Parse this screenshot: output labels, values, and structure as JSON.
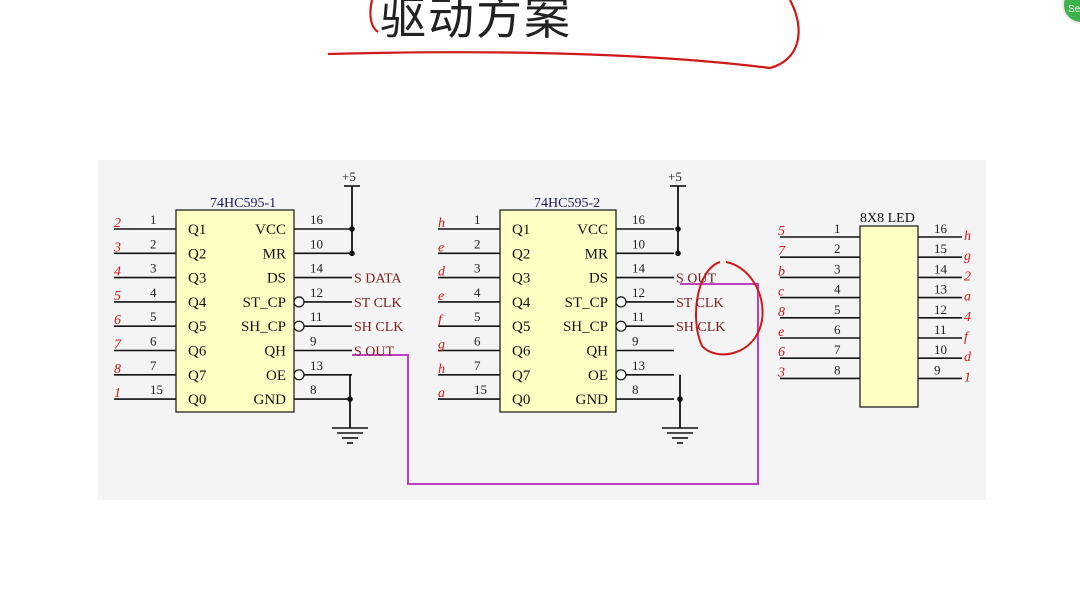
{
  "title": "驱动方案",
  "badge": "Se",
  "supply_label": "+5",
  "chips": [
    {
      "name": "74HC595-1",
      "left_pins": [
        {
          "num": "1",
          "label": "Q1",
          "note": "2"
        },
        {
          "num": "2",
          "label": "Q2",
          "note": "3"
        },
        {
          "num": "3",
          "label": "Q3",
          "note": "4"
        },
        {
          "num": "4",
          "label": "Q4",
          "note": "5"
        },
        {
          "num": "5",
          "label": "Q5",
          "note": "6"
        },
        {
          "num": "6",
          "label": "Q6",
          "note": "7"
        },
        {
          "num": "7",
          "label": "Q7",
          "note": "8"
        },
        {
          "num": "15",
          "label": "Q0",
          "note": "1"
        }
      ],
      "right_pins": [
        {
          "num": "16",
          "label": "VCC",
          "net": ""
        },
        {
          "num": "10",
          "label": "MR",
          "net": ""
        },
        {
          "num": "14",
          "label": "DS",
          "net": "S DATA"
        },
        {
          "num": "12",
          "label": "ST_CP",
          "net": "ST CLK"
        },
        {
          "num": "11",
          "label": "SH_CP",
          "net": "SH CLK"
        },
        {
          "num": "9",
          "label": "QH",
          "net": "S OUT"
        },
        {
          "num": "13",
          "label": "OE",
          "net": ""
        },
        {
          "num": "8",
          "label": "GND",
          "net": ""
        }
      ]
    },
    {
      "name": "74HC595-2",
      "left_pins": [
        {
          "num": "1",
          "label": "Q1",
          "note": "h"
        },
        {
          "num": "2",
          "label": "Q2",
          "note": "e"
        },
        {
          "num": "3",
          "label": "Q3",
          "note": "d"
        },
        {
          "num": "4",
          "label": "Q4",
          "note": "e"
        },
        {
          "num": "5",
          "label": "Q5",
          "note": "f"
        },
        {
          "num": "6",
          "label": "Q6",
          "note": "g"
        },
        {
          "num": "7",
          "label": "Q7",
          "note": "h"
        },
        {
          "num": "15",
          "label": "Q0",
          "note": "a"
        }
      ],
      "right_pins": [
        {
          "num": "16",
          "label": "VCC",
          "net": ""
        },
        {
          "num": "10",
          "label": "MR",
          "net": ""
        },
        {
          "num": "14",
          "label": "DS",
          "net": "S OUT"
        },
        {
          "num": "12",
          "label": "ST_CP",
          "net": "ST CLK"
        },
        {
          "num": "11",
          "label": "SH_CP",
          "net": "SH CLK"
        },
        {
          "num": "9",
          "label": "QH",
          "net": ""
        },
        {
          "num": "13",
          "label": "OE",
          "net": ""
        },
        {
          "num": "8",
          "label": "GND",
          "net": ""
        }
      ]
    }
  ],
  "led": {
    "name": "8X8 LED",
    "left_pins": [
      {
        "num": "1",
        "note": "5"
      },
      {
        "num": "2",
        "note": "7"
      },
      {
        "num": "3",
        "note": "b"
      },
      {
        "num": "4",
        "note": "c"
      },
      {
        "num": "5",
        "note": "8"
      },
      {
        "num": "6",
        "note": "e"
      },
      {
        "num": "7",
        "note": "6"
      },
      {
        "num": "8",
        "note": "3"
      }
    ],
    "right_pins": [
      {
        "num": "16",
        "note": "h"
      },
      {
        "num": "15",
        "note": "g"
      },
      {
        "num": "14",
        "note": "2"
      },
      {
        "num": "13",
        "note": "a"
      },
      {
        "num": "12",
        "note": "4"
      },
      {
        "num": "11",
        "note": "f"
      },
      {
        "num": "10",
        "note": "d"
      },
      {
        "num": "9",
        "note": "1"
      }
    ]
  },
  "colors": {
    "chip_fill": "#ffffc4",
    "wire": "#111111",
    "net_label": "#7a2020",
    "link_wire": "#c040c0",
    "annotation": "#d01818",
    "panel": "#f4f4f4"
  }
}
